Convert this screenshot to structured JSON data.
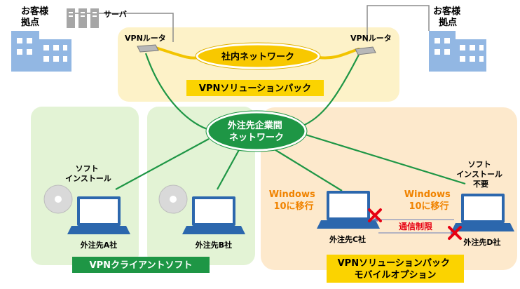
{
  "sites": {
    "left_customer_label": [
      "お客様",
      "拠点"
    ],
    "right_customer_label": [
      "お客様",
      "拠点"
    ],
    "server_label": "サーバ"
  },
  "routers": {
    "left_label": "VPNルータ",
    "right_label": "VPNルータ"
  },
  "networks": {
    "internal": "社内ネットワーク",
    "outsource": [
      "外注先企業間",
      "ネットワーク"
    ]
  },
  "products": {
    "vpn_solution_pack": "VPNソリューションパック",
    "vpn_client_soft": "VPNクライアントソフト",
    "mobile_option": [
      "VPNソリューションパック",
      "モバイルオプション"
    ]
  },
  "notes": {
    "soft_install": [
      "ソフト",
      "インストール"
    ],
    "soft_install_not_required": [
      "ソフト",
      "インストール",
      "不要"
    ],
    "windows10_migration_c": [
      "Windows",
      "10に移行"
    ],
    "windows10_migration_d": [
      "Windows",
      "10に移行"
    ],
    "communication_restriction": "通信制限"
  },
  "companies": {
    "a": "外注先A社",
    "b": "外注先B社",
    "c": "外注先C社",
    "d": "外注先D社"
  },
  "colors": {
    "yellow_bg": "#fdf2c8",
    "green_bg": "#e3f3d5",
    "peach_bg": "#fde9cc",
    "green_line": "#1e9645",
    "yellow_line": "#f2c400",
    "building_blue": "#92b7e3",
    "laptop_blue": "#2c67ad",
    "orange_text": "#f08300",
    "red_x": "#e60012"
  }
}
